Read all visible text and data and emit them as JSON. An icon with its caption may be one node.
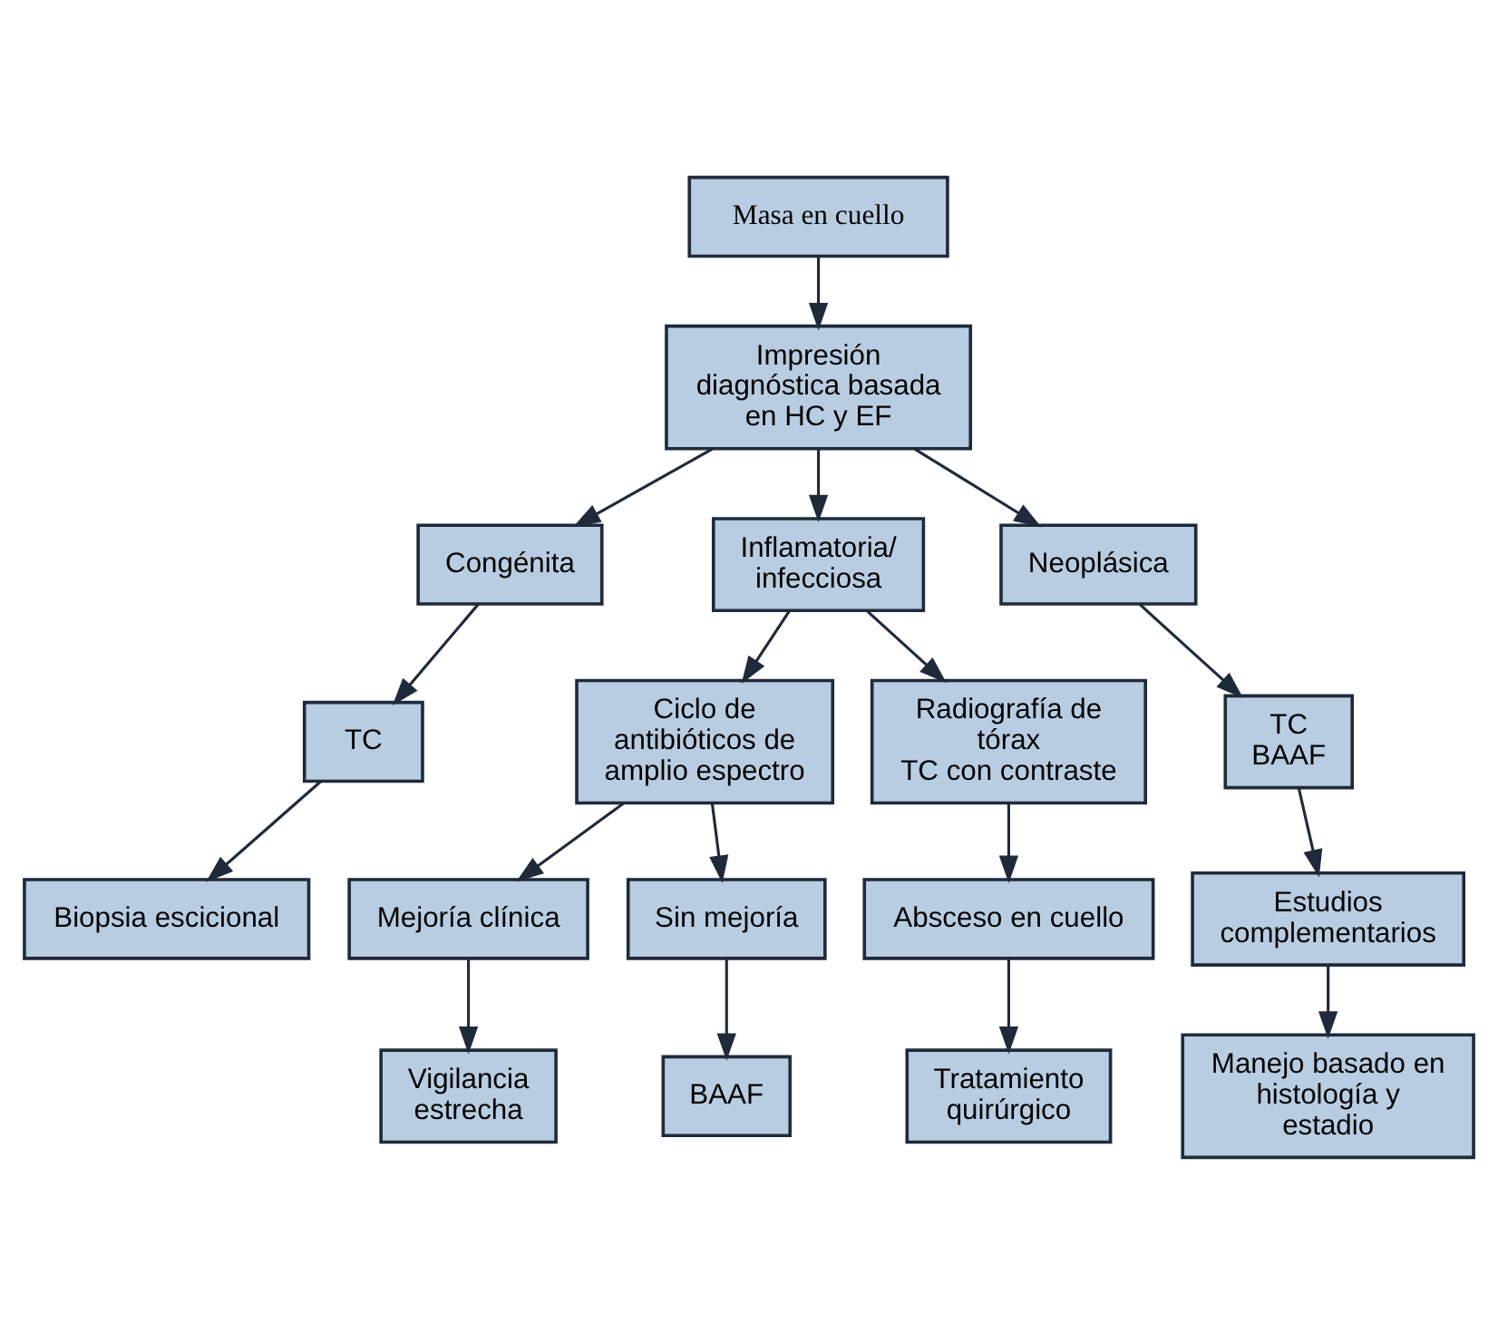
{
  "diagram": {
    "nodes": [
      {
        "text": [
          "Masa en cuello"
        ]
      },
      {
        "text": [
          "Impresión diagnóstica basada en HC y EF"
        ]
      },
      {
        "text": [
          "Congénita"
        ]
      },
      {
        "text": [
          "Inflamatoria/ infecciosa"
        ]
      },
      {
        "text": [
          "Neoplásica"
        ]
      },
      {
        "text": [
          "TC"
        ]
      },
      {
        "text": [
          "Ciclo de antibióticos de amplio espectro"
        ]
      },
      {
        "text": [
          "Radiografía de tórax",
          "TC con contraste"
        ]
      },
      {
        "text": [
          "TC",
          "BAAF"
        ]
      },
      {
        "text": [
          "Biopsia escicional"
        ]
      },
      {
        "text": [
          "Mejoría clínica"
        ]
      },
      {
        "text": [
          "Sin mejoría"
        ]
      },
      {
        "text": [
          "Absceso en cuello"
        ]
      },
      {
        "text": [
          "Estudios complementarios"
        ]
      },
      {
        "text": [
          "Vigilancia estrecha"
        ]
      },
      {
        "text": [
          "BAAF"
        ]
      },
      {
        "text": [
          "Tratamiento quirúrgico"
        ]
      },
      {
        "text": [
          "Manejo basado en histología y estadio"
        ]
      }
    ],
    "edges": [
      {
        "from": 0,
        "to": 1,
        "arrow": "to"
      },
      {
        "from": 1,
        "to": 2,
        "arrow": "to"
      },
      {
        "from": 1,
        "to": 3,
        "arrow": "to"
      },
      {
        "from": 1,
        "to": 4,
        "arrow": "to"
      },
      {
        "from": 2,
        "to": 5,
        "arrow": "to"
      },
      {
        "from": 3,
        "to": 6,
        "arrow": "to"
      },
      {
        "from": 3,
        "to": 7,
        "arrow": "to"
      },
      {
        "from": 4,
        "to": 8,
        "arrow": "to"
      },
      {
        "from": 5,
        "to": 9,
        "arrow": "to"
      },
      {
        "from": 6,
        "to": 10,
        "arrow": "to"
      },
      {
        "from": 6,
        "to": 11,
        "arrow": "to"
      },
      {
        "from": 7,
        "to": 12,
        "arrow": "to"
      },
      {
        "from": 8,
        "to": 13,
        "arrow": "to"
      },
      {
        "from": 10,
        "to": 14,
        "arrow": "to"
      },
      {
        "from": 11,
        "to": 15,
        "arrow": "to"
      },
      {
        "from": 12,
        "to": 16,
        "arrow": "to"
      },
      {
        "from": 13,
        "to": 17,
        "arrow": "to"
      }
    ]
  }
}
